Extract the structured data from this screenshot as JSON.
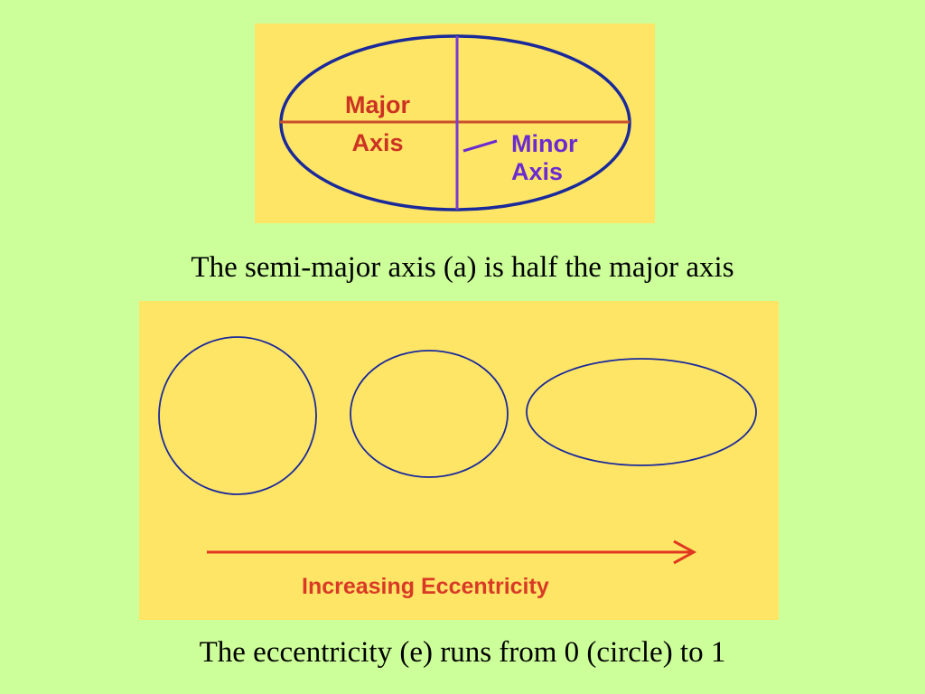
{
  "diagram_top": {
    "major_label_line1": "Major",
    "major_label_line2": "Axis",
    "minor_label_line1": "Minor",
    "minor_label_line2": "Axis"
  },
  "caption_top": "The semi-major axis (a) is half the major axis",
  "diagram_bottom": {
    "arrow_label": "Increasing Eccentricity"
  },
  "caption_bottom": "The eccentricity (e) runs from 0 (circle) to 1",
  "colors": {
    "page_background": "#ccff99",
    "panel_background": "#ffe566",
    "ellipse_outline": "#1a2a9a",
    "major_axis": "#c8502a",
    "minor_axis": "#7a3cd0",
    "major_label": "#cc3322",
    "minor_label": "#6a2bd0",
    "arrow": "#e03820",
    "arrow_label": "#d83a26",
    "caption_text": "#000000"
  }
}
